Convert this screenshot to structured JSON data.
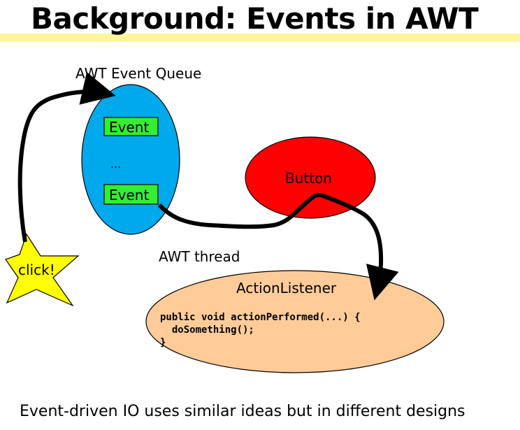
{
  "slide": {
    "title": "Background: Events in AWT",
    "footer": "Event-driven IO uses similar ideas but in different designs"
  },
  "diagram": {
    "queue_label": "AWT Event Queue",
    "events": [
      {
        "label": "Event"
      },
      {
        "label": "Event"
      }
    ],
    "ellipsis": "...",
    "button_label": "Button",
    "click_label": "click!",
    "thread_label": "AWT thread",
    "listener": {
      "title": "ActionListener",
      "code": [
        "public void actionPerformed(...) {",
        "  doSomething();",
        "}"
      ]
    }
  },
  "colors": {
    "title_bar": "#fff799",
    "queue": "#00a8ec",
    "event_box": "#33ee33",
    "button": "#ff0000",
    "click_star": "#ffff00",
    "listener": "#ffcc99",
    "path": "#000000"
  }
}
